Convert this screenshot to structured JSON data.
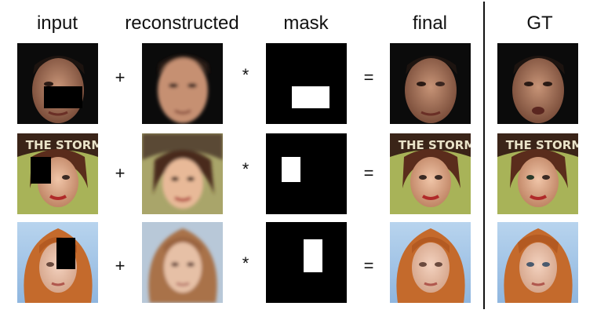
{
  "headers": {
    "input": "input",
    "reconstructed": "reconstructed",
    "mask": "mask",
    "final": "final",
    "gt": "GT"
  },
  "operators": {
    "plus": "+",
    "times": "*",
    "equals": "="
  },
  "rows": [
    {
      "subject": "man-face",
      "poster_text": ""
    },
    {
      "subject": "woman-poster-face",
      "poster_text": "THE STORM"
    },
    {
      "subject": "redhead-woman-face",
      "poster_text": ""
    }
  ],
  "colors": {
    "divider": "#111111",
    "mask_bg": "#000000",
    "mask_hole": "#ffffff"
  }
}
